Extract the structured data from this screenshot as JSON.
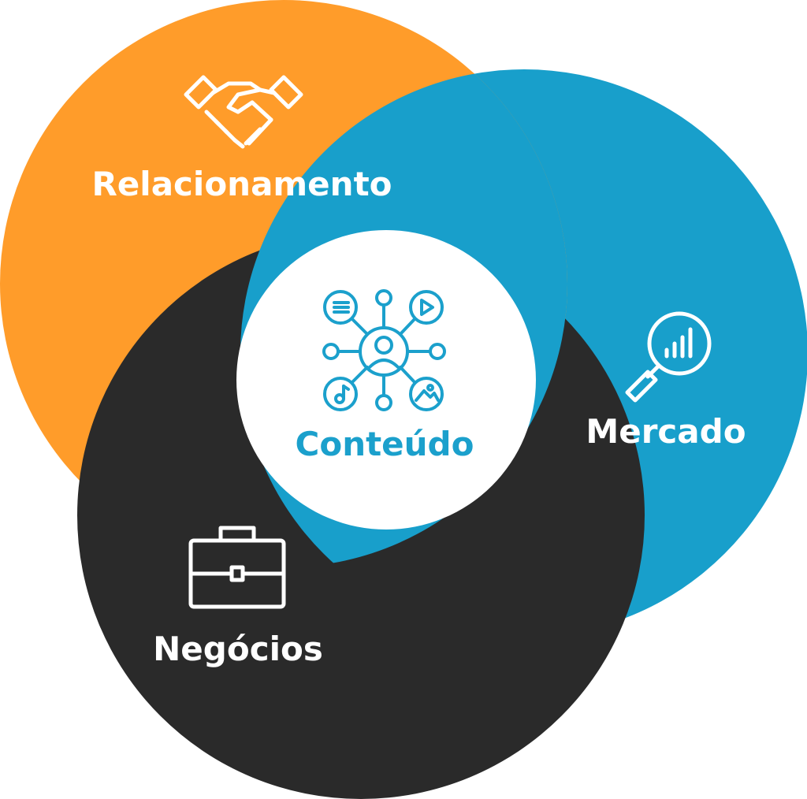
{
  "colors": {
    "relacionamento": "#ff9c2a",
    "mercado": "#189fcb",
    "negocios": "#2a2a2a",
    "conteudo": "#ffffff",
    "conteudo_text": "#1ba0cc"
  },
  "circles": [
    {
      "key": "relacionamento",
      "label": "Relacionamento",
      "icon": "handshake-icon"
    },
    {
      "key": "mercado",
      "label": "Mercado",
      "icon": "magnifier-chart-icon"
    },
    {
      "key": "negocios",
      "label": "Negócios",
      "icon": "briefcase-icon"
    },
    {
      "key": "conteudo",
      "label": "Conteúdo",
      "icon": "content-network-icon"
    }
  ]
}
